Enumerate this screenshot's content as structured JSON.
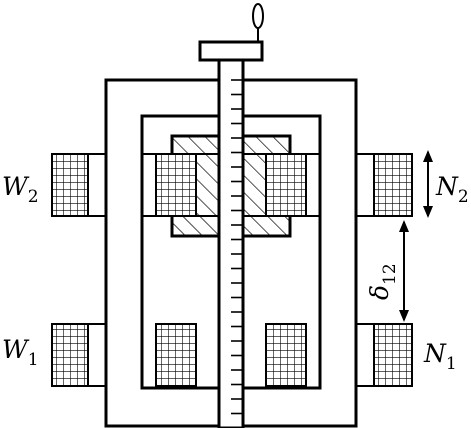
{
  "labels": {
    "w2": {
      "letter": "W",
      "sub": "2"
    },
    "w1": {
      "letter": "W",
      "sub": "1"
    },
    "n2": {
      "letter": "N",
      "sub": "2"
    },
    "n1": {
      "letter": "N",
      "sub": "1"
    },
    "delta": {
      "letter": "δ",
      "sub": "12"
    }
  }
}
